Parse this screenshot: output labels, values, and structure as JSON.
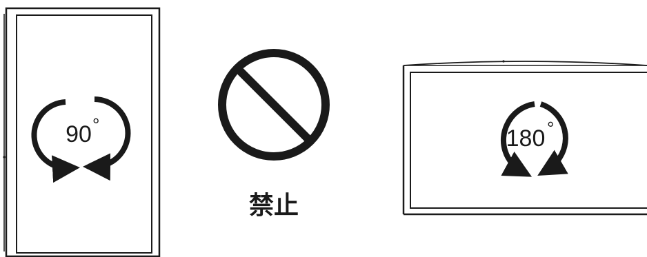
{
  "colors": {
    "stroke": "#1a1a1a",
    "background": "#ffffff"
  },
  "portrait": {
    "rotation_value": "90",
    "degree_symbol": "°"
  },
  "prohibited": {
    "symbol_icon": "prohibited-icon",
    "label": "禁止"
  },
  "landscape": {
    "rotation_value": "180",
    "degree_symbol": "°"
  }
}
